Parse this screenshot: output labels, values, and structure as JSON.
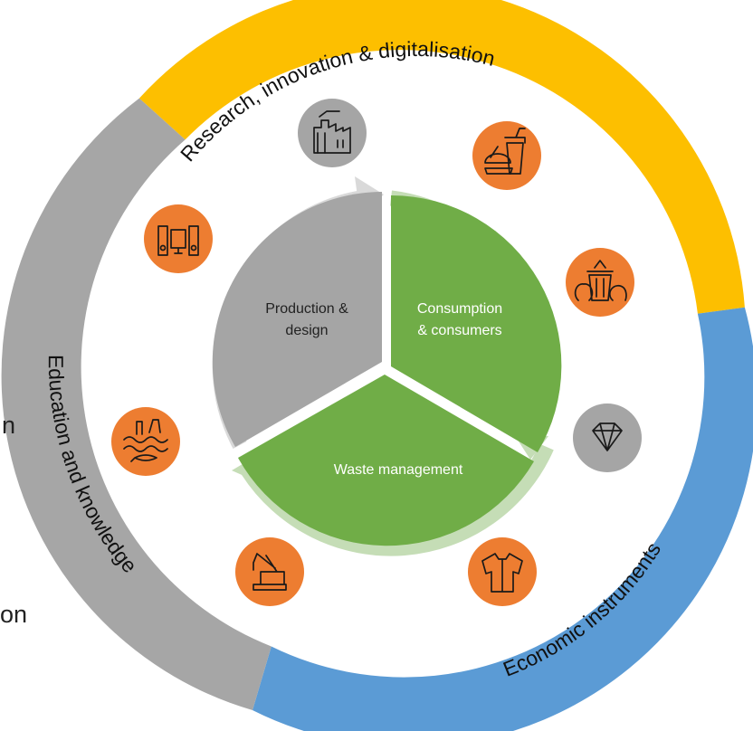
{
  "colors": {
    "research": "#FDBF00",
    "economic": "#5B9BD5",
    "education": "#A6A6A6",
    "production": "#A5A5A5",
    "consumption": "#70AD47",
    "waste": "#70AD47",
    "arrow_grey": "#D9D9D9",
    "arrow_green": "#C5DDB6",
    "icon_orange": "#ED7D31",
    "icon_grey": "#A5A5A5"
  },
  "ring": {
    "research_label": "Research, innovation & digitalisation",
    "economic_label": "Economic instruments",
    "education_label": "Education and knowledge"
  },
  "sectors": {
    "production_line1": "Production &",
    "production_line2": "design",
    "consumption_line1": "Consumption",
    "consumption_line2": "& consumers",
    "waste_label": "Waste management"
  },
  "edge_fragments": {
    "upper": "n",
    "lower": "on"
  },
  "icons": [
    {
      "name": "factory-icon",
      "color": "grey"
    },
    {
      "name": "food-drink-icon",
      "color": "orange"
    },
    {
      "name": "waste-bins-icon",
      "color": "orange"
    },
    {
      "name": "diamond-icon",
      "color": "grey"
    },
    {
      "name": "shirt-icon",
      "color": "orange"
    },
    {
      "name": "crane-icon",
      "color": "orange"
    },
    {
      "name": "marine-litter-icon",
      "color": "orange"
    },
    {
      "name": "tv-speakers-icon",
      "color": "orange"
    }
  ]
}
